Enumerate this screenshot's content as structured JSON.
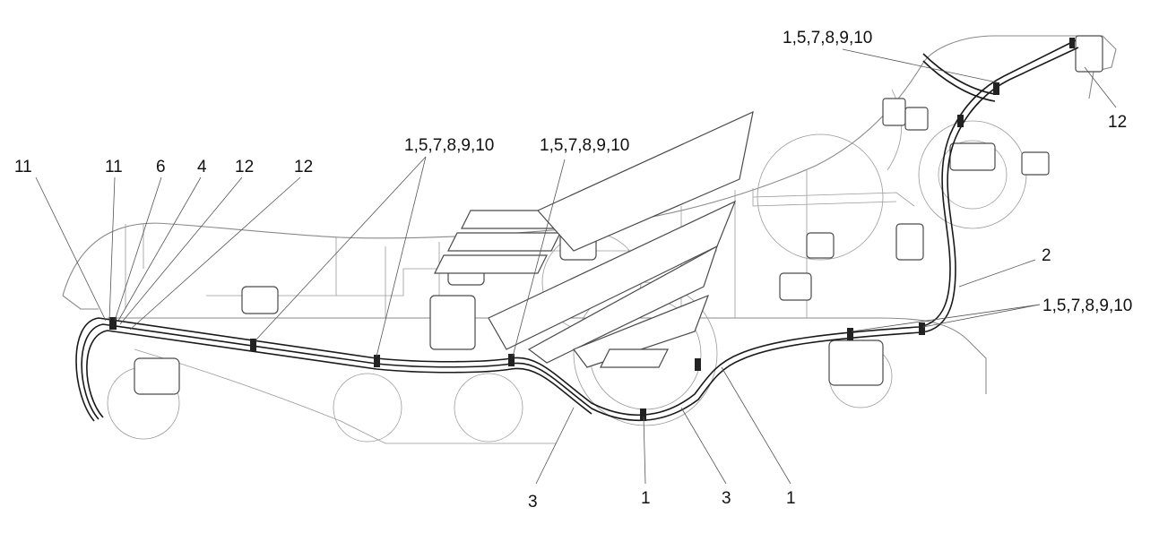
{
  "callouts": {
    "c_11a": "11",
    "c_11b": "11",
    "c_6": "6",
    "c_4": "4",
    "c_12a": "12",
    "c_12b": "12",
    "c_mid_left": "1,5,7,8,9,10",
    "c_mid_right": "1,5,7,8,9,10",
    "c_top_right": "1,5,7,8,9,10",
    "c_12_top": "12",
    "c_2": "2",
    "c_right": "1,5,7,8,9,10",
    "c_3a": "3",
    "c_1a": "1",
    "c_3b": "3",
    "c_1b": "1"
  }
}
